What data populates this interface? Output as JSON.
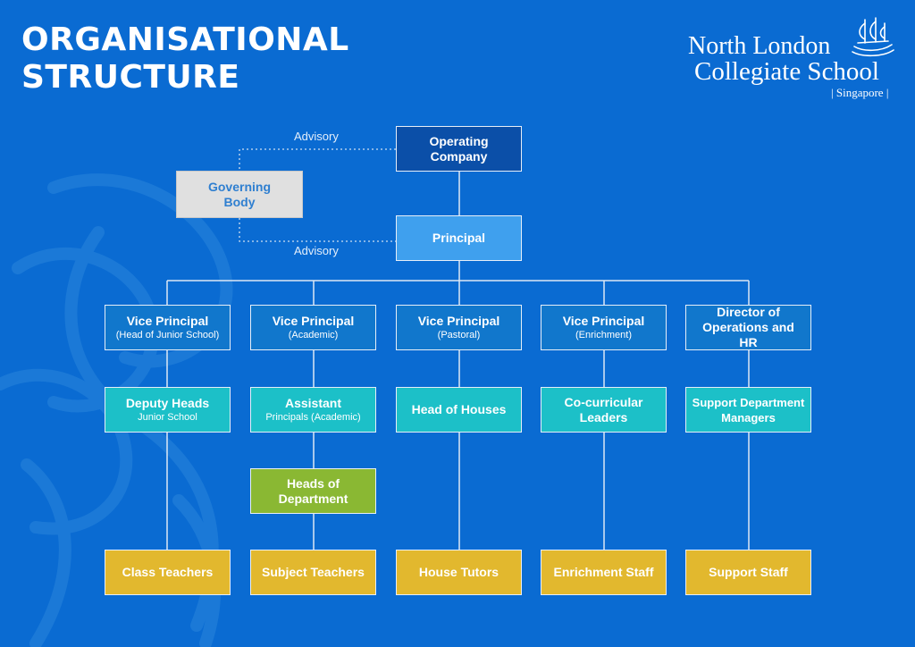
{
  "title": {
    "line1": "ORGANISATIONAL",
    "line2": "STRUCTURE"
  },
  "logo": {
    "line1": "North London",
    "line2": "Collegiate School",
    "line3": "| Singapore |"
  },
  "colors": {
    "background": "#0a6bd2",
    "top": "#0b4fa8",
    "principal": "#3fa0ee",
    "senior_leadership": "#1177cc",
    "middle_leadership": "#1cc0c8",
    "heads_of_department": "#8ab833",
    "staff": "#e2b82e",
    "governing_body": "#e0e0e0"
  },
  "advisory_top": "Advisory",
  "advisory_bottom": "Advisory",
  "nodes": {
    "operating_company": "Operating Company",
    "governing_body": "Governing Body",
    "principal": "Principal",
    "vp_junior": {
      "title": "Vice Principal",
      "sub": "(Head of Junior School)"
    },
    "vp_academic": {
      "title": "Vice Principal",
      "sub": "(Academic)"
    },
    "vp_pastoral": {
      "title": "Vice Principal",
      "sub": "(Pastoral)"
    },
    "vp_enrichment": {
      "title": "Vice Principal",
      "sub": "(Enrichment)"
    },
    "director_ops": "Director of Operations and HR",
    "deputy_heads": {
      "title": "Deputy Heads",
      "sub": "Junior School"
    },
    "assistant_principals": {
      "title": "Assistant",
      "sub": "Principals (Academic)"
    },
    "head_of_houses": "Head of Houses",
    "cocurricular_leaders": "Co-curricular Leaders",
    "support_managers": "Support Department Managers",
    "heads_of_department": "Heads of Department",
    "class_teachers": "Class Teachers",
    "subject_teachers": "Subject Teachers",
    "house_tutors": "House Tutors",
    "enrichment_staff": "Enrichment Staff",
    "support_staff": "Support Staff"
  }
}
